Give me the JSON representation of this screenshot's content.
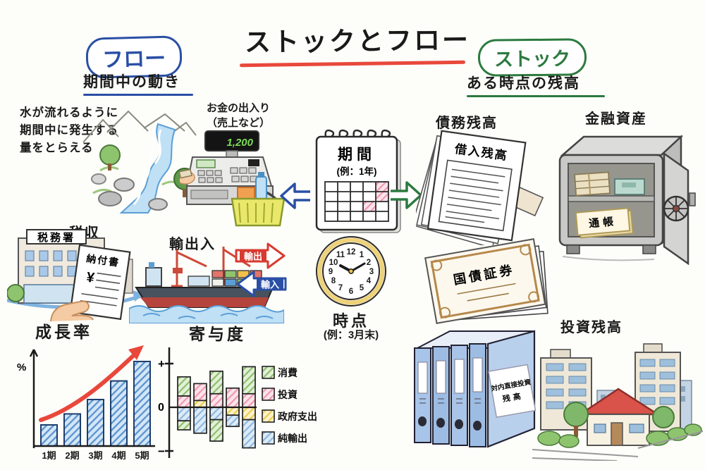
{
  "title": {
    "text": "ストックとフロー"
  },
  "flow": {
    "badge": "フロー",
    "subtitle": "期間中の動き",
    "river_caption_l1": "水が流れるように",
    "river_caption_l2": "期間中に発生する",
    "river_caption_l3": "量をとらえる",
    "register_caption_l1": "お金の出入り",
    "register_caption_l2": "（売上など）",
    "register_display": "1,200",
    "tax_office_sign": "税務署",
    "tax_label": "税収",
    "tax_slip_title": "納付書",
    "tax_slip_yen": "¥",
    "trade_label": "輸出入",
    "export_label": "輸出",
    "import_label": "輸入"
  },
  "stock": {
    "badge": "ストック",
    "subtitle": "ある時点の残高",
    "debt_label": "債務残高",
    "debt_paper_title": "借入残高",
    "assets_label": "金融資産",
    "passbook_label": "通帳",
    "bond_title": "国債証券",
    "investment_label": "投資残高",
    "binder_line1": "対内直接投資",
    "binder_line2": "残高"
  },
  "center": {
    "calendar_title": "期間",
    "calendar_example": "(例：1年)",
    "clock_title": "時点",
    "clock_example": "(例：3月末)",
    "clock_numbers": [
      "12",
      "1",
      "2",
      "3",
      "4",
      "5",
      "6",
      "7",
      "8",
      "9",
      "10",
      "11"
    ]
  },
  "colors": {
    "flow_blue": "#2a4fa5",
    "stock_green": "#2c7a3f",
    "title_underline": "#e8483b",
    "export_red": "#d83a30",
    "import_blue": "#2a4fa5"
  },
  "chart_data": [
    {
      "type": "bar",
      "title": "成長率",
      "ylabel": "%",
      "categories": [
        "1期",
        "2期",
        "3期",
        "4期",
        "5期"
      ],
      "values": [
        25,
        38,
        55,
        77,
        100
      ],
      "ylim": [
        0,
        100
      ],
      "bar_color": "#5b93cf",
      "annotation": "red upward curved arrow over rising bars",
      "grid": false
    },
    {
      "type": "stacked-bar",
      "title": "寄与度",
      "ytick_labels": [
        "+",
        "0",
        "−"
      ],
      "legend_position": "right",
      "legend": [
        {
          "label": "消費",
          "color": "#a9d18e"
        },
        {
          "label": "投資",
          "color": "#f4a9c0"
        },
        {
          "label": "政府支出",
          "color": "#f5d76e"
        },
        {
          "label": "純輸出",
          "color": "#9dc3e6"
        }
      ],
      "bars": [
        {
          "segments": [
            {
              "component": "消費",
              "value": 0.85
            },
            {
              "component": "投資",
              "value": 0.5
            },
            {
              "component": "純輸出",
              "value": -0.6
            },
            {
              "component": "消費",
              "value": -0.4
            }
          ]
        },
        {
          "segments": [
            {
              "component": "投資",
              "value": 0.75
            },
            {
              "component": "政府支出",
              "value": 0.3
            },
            {
              "component": "純輸出",
              "value": -1.15
            }
          ]
        },
        {
          "segments": [
            {
              "component": "消費",
              "value": 1.0
            },
            {
              "component": "投資",
              "value": 0.6
            },
            {
              "component": "純輸出",
              "value": -0.55
            },
            {
              "component": "消費",
              "value": -0.95
            }
          ]
        },
        {
          "segments": [
            {
              "component": "投資",
              "value": 0.85
            },
            {
              "component": "政府支出",
              "value": -0.35
            },
            {
              "component": "純輸出",
              "value": -0.5
            }
          ]
        },
        {
          "segments": [
            {
              "component": "消費",
              "value": 1.2
            },
            {
              "component": "投資",
              "value": 0.6
            },
            {
              "component": "政府支出",
              "value": -0.55
            },
            {
              "component": "純輸出",
              "value": -1.25
            }
          ]
        }
      ],
      "grid": false
    }
  ]
}
